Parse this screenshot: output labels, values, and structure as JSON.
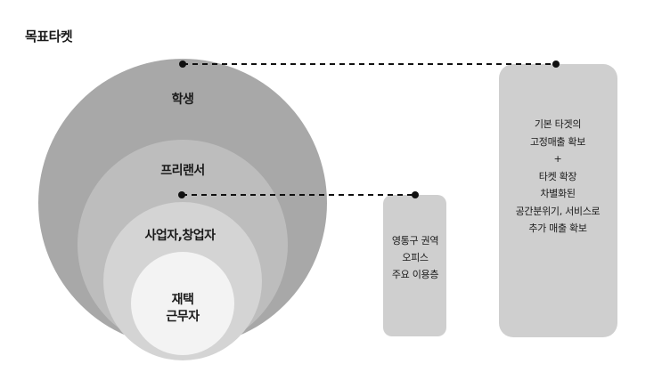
{
  "title": "목표타켓",
  "rings": [
    {
      "label": "학생",
      "color": "#a8a8a8"
    },
    {
      "label": "프리랜서",
      "color": "#bdbdbd"
    },
    {
      "label": "사업자,창업자",
      "color": "#d4d4d4"
    },
    {
      "label_lines": [
        "재택",
        "근무자"
      ],
      "color": "#f3f3f3"
    }
  ],
  "small_box": {
    "color": "#cfcfcf",
    "lines": [
      "영통구 권역",
      "오피스",
      "주요 이용층"
    ]
  },
  "large_box": {
    "color": "#cfcfcf",
    "lines": [
      "기본 타겟의",
      "고정매출 확보",
      "+",
      "타켓 확장",
      "차별화된",
      "공간분위기, 서비스로",
      "추가 매출 확보"
    ]
  },
  "connector_color": "#111111"
}
